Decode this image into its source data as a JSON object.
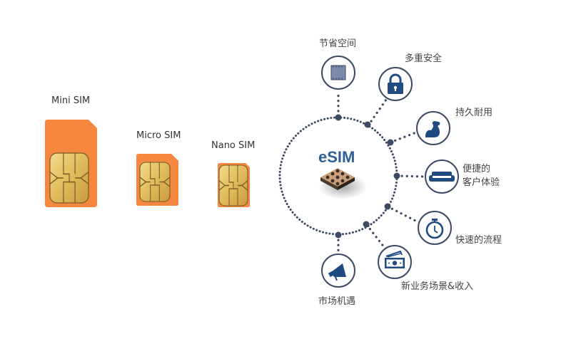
{
  "sim_cards": [
    {
      "label": "Mini SIM"
    },
    {
      "label": "Micro SIM"
    },
    {
      "label": "Nano SIM"
    }
  ],
  "hub": {
    "title": "eSIM",
    "icon": "esim-chip-icon"
  },
  "features": [
    {
      "label": "节省空间",
      "icon": "memory-chip-icon"
    },
    {
      "label": "多重安全",
      "icon": "lock-icon"
    },
    {
      "label": "持久耐用",
      "icon": "flexed-arm-icon"
    },
    {
      "label_line1": "便捷的",
      "label_line2": "客户体验",
      "icon": "sofa-icon"
    },
    {
      "label": "快速的流程",
      "icon": "stopwatch-icon"
    },
    {
      "label": "新业务场景&收入",
      "icon": "money-icon"
    },
    {
      "label": "市场机遇",
      "icon": "megaphone-icon"
    }
  ],
  "colors": {
    "sim_orange": "#f5873e",
    "chip_gold": "#e6c56a",
    "navy": "#1f4a82",
    "ring": "#3d4a63"
  }
}
